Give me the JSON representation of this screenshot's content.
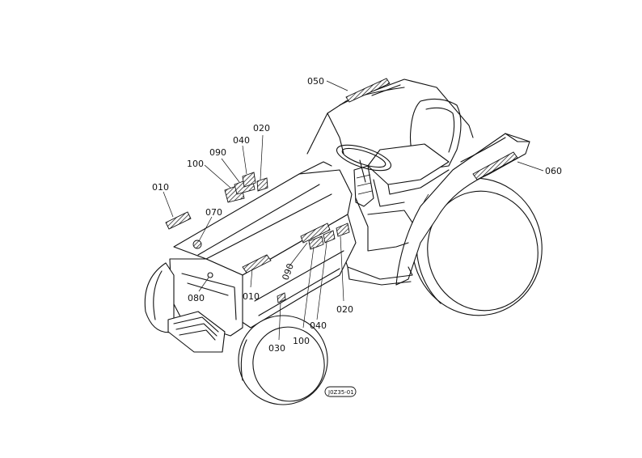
{
  "labels": {
    "l010_a": "010",
    "l010_b": "010",
    "l020_a": "020",
    "l020_b": "020",
    "l030": "030",
    "l040_a": "040",
    "l040_b": "040",
    "l050": "050",
    "l060": "060",
    "l070": "070",
    "l080": "080",
    "l090_a": "090",
    "l090_b": "090",
    "l100_a": "100",
    "l100_b": "100",
    "drawing_code": "J0Z35-01"
  }
}
